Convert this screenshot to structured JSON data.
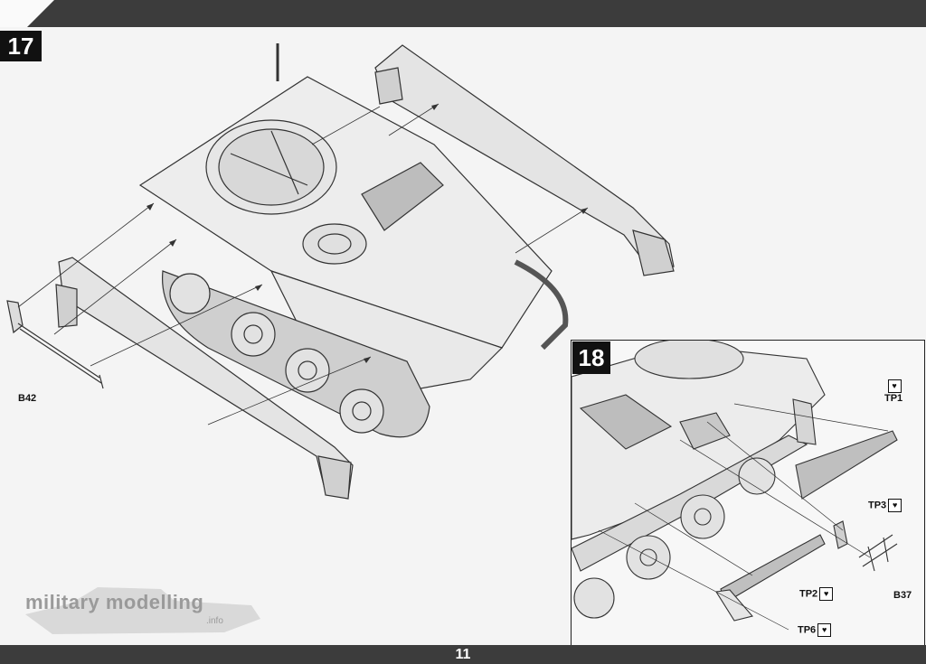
{
  "page": {
    "number": "11"
  },
  "steps": {
    "step17": {
      "number": "17"
    },
    "step18": {
      "number": "18"
    }
  },
  "parts": {
    "b42": "B42",
    "tp1": "TP1",
    "tp2": "TP2",
    "tp3": "TP3",
    "tp6": "TP6",
    "b37": "B37"
  },
  "watermark": {
    "text": "military modelling",
    "sub": ".info"
  }
}
